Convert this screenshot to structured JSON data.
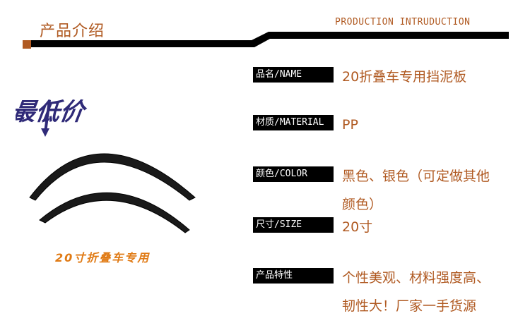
{
  "header": {
    "title": "产品介绍",
    "subtitle": "PRODUCTION INTRUDUCTION"
  },
  "promo": {
    "badge_text": "最低价"
  },
  "product_image": {
    "caption": "20寸折叠车专用"
  },
  "specs": [
    {
      "label": "品名/NAME",
      "value": "20折叠车专用挡泥板"
    },
    {
      "label": "材质/MATERIAL",
      "value": "PP"
    },
    {
      "label": "颜色/COLOR",
      "value": "黑色、银色（可定做其他\n颜色）"
    },
    {
      "label": "尺寸/SIZE",
      "value": "20寸"
    },
    {
      "label": "产品特性",
      "value": "个性美观、材料强度高、\n韧性大！厂家一手货源"
    }
  ],
  "colors": {
    "accent": "#b05a22",
    "caption": "#e07a14",
    "rule": "#000000",
    "badge": "#2f2a78"
  }
}
